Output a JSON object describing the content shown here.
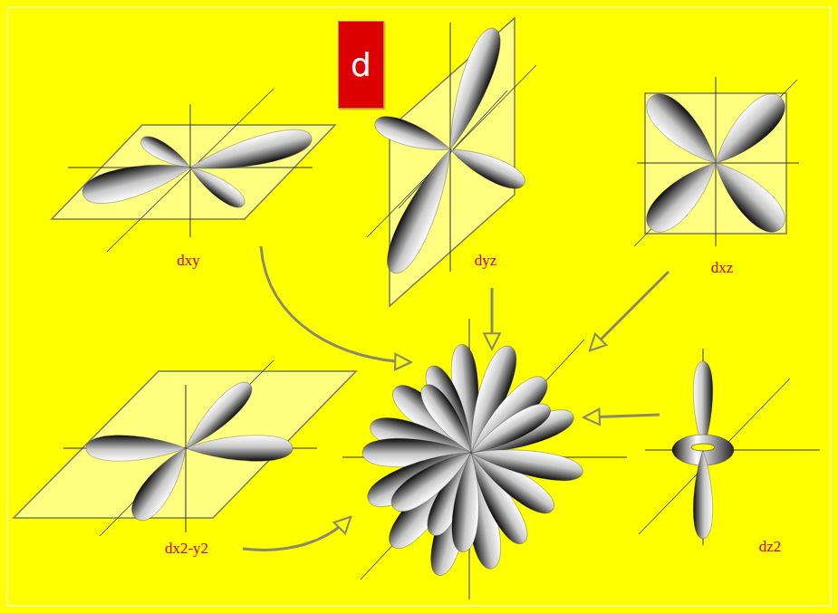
{
  "diagram": {
    "nodes": [
      {
        "text": [
          "d"
        ]
      }
    ],
    "labels": [
      "dxy",
      "dyz",
      "dxz",
      "dx2-y2",
      "dz2"
    ]
  }
}
